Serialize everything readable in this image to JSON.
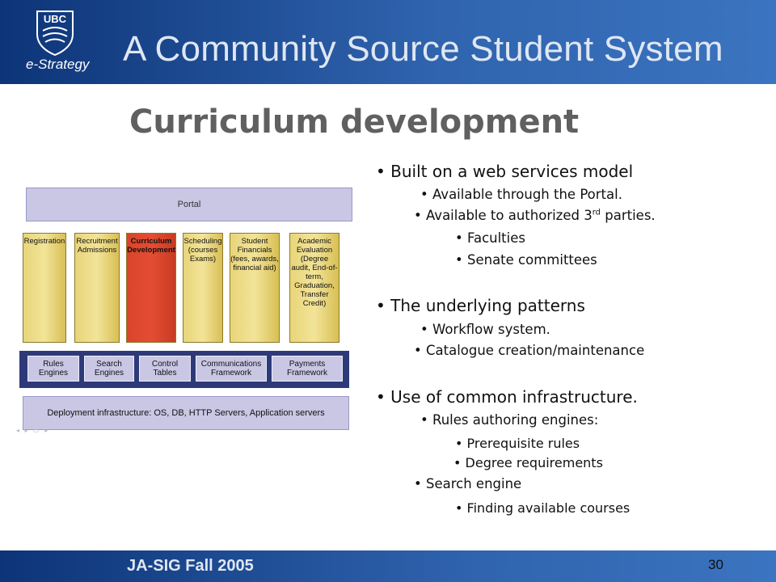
{
  "header": {
    "logo_text": "UBC",
    "logo_subtext": "e-Strategy",
    "title": "A Community Source Student System"
  },
  "slide": {
    "title": "Curriculum development"
  },
  "diagram": {
    "portal": "Portal",
    "modules": [
      {
        "label": "Registration"
      },
      {
        "label": "Recruitment Admissions"
      },
      {
        "label": "Curriculum Development"
      },
      {
        "label": "Scheduling (courses Exams)"
      },
      {
        "label": "Student Financials (fees, awards, financial aid)"
      },
      {
        "label": "Academic Evaluation (Degree audit, End-of-term, Graduation, Transfer Credit)"
      }
    ],
    "services": [
      {
        "label": "Rules Engines"
      },
      {
        "label": "Search Engines"
      },
      {
        "label": "Control Tables"
      },
      {
        "label": "Communications Framework"
      },
      {
        "label": "Payments Framework"
      }
    ],
    "deployment": "Deployment infrastructure: OS, DB, HTTP Servers, Application servers",
    "colors": {
      "module": "#f2e498",
      "active_module": "#e44d33",
      "band": "#2e3a78",
      "box": "#c9c7e4"
    }
  },
  "bullets": [
    {
      "text": "Built on a web services model"
    },
    {
      "text": "Available through the Portal."
    },
    {
      "text_pre": "Available to authorized 3",
      "sup": "rd",
      "text_post": " parties."
    },
    {
      "text": "Faculties"
    },
    {
      "text": "Senate committees"
    },
    {
      "text": "The underlying patterns"
    },
    {
      "text": "Workflow system."
    },
    {
      "text": "Catalogue creation/maintenance"
    },
    {
      "text": "Use of common infrastructure."
    },
    {
      "text": "Rules authoring engines:"
    },
    {
      "text": "Prerequisite rules"
    },
    {
      "text": "Degree requirements"
    },
    {
      "text": "Search engine"
    },
    {
      "text": "Finding available courses"
    }
  ],
  "footer": {
    "text": "JA-SIG Fall 2005",
    "page_number": "30"
  }
}
